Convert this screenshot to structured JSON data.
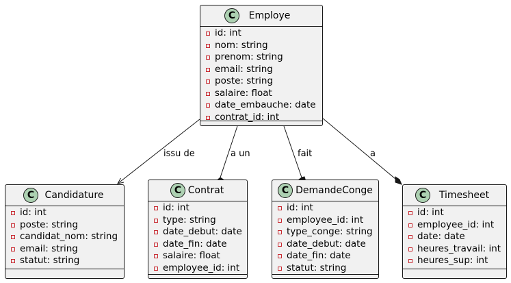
{
  "classes": {
    "employe": {
      "name": "Employe",
      "stereotype_letter": "C",
      "attributes": [
        "id: int",
        "nom: string",
        "prenom: string",
        "email: string",
        "poste: string",
        "salaire: float",
        "date_embauche: date",
        "contrat_id: int"
      ]
    },
    "candidature": {
      "name": "Candidature",
      "stereotype_letter": "C",
      "attributes": [
        "id: int",
        "poste: string",
        "candidat_nom: string",
        "email: string",
        "statut: string"
      ]
    },
    "contrat": {
      "name": "Contrat",
      "stereotype_letter": "C",
      "attributes": [
        "id: int",
        "type: string",
        "date_debut: date",
        "date_fin: date",
        "salaire: float",
        "employee_id: int"
      ]
    },
    "demandeconge": {
      "name": "DemandeConge",
      "stereotype_letter": "C",
      "attributes": [
        "id: int",
        "employee_id: int",
        "type_conge: string",
        "date_debut: date",
        "date_fin: date",
        "statut: string"
      ]
    },
    "timesheet": {
      "name": "Timesheet",
      "stereotype_letter": "C",
      "attributes": [
        "id: int",
        "employee_id: int",
        "date: date",
        "heures_travail: int",
        "heures_sup: int"
      ]
    }
  },
  "relations": {
    "candidature": {
      "label": "issu de",
      "type": "arrow"
    },
    "contrat": {
      "label": "a un",
      "type": "composition"
    },
    "demandeconge": {
      "label": "fait",
      "type": "composition"
    },
    "timesheet": {
      "label": "a",
      "type": "composition"
    }
  },
  "colors": {
    "box_fill": "#f1f1f1",
    "border": "#181818",
    "stereotype_circle": "#add1b2",
    "private_marker": "#c82930"
  }
}
